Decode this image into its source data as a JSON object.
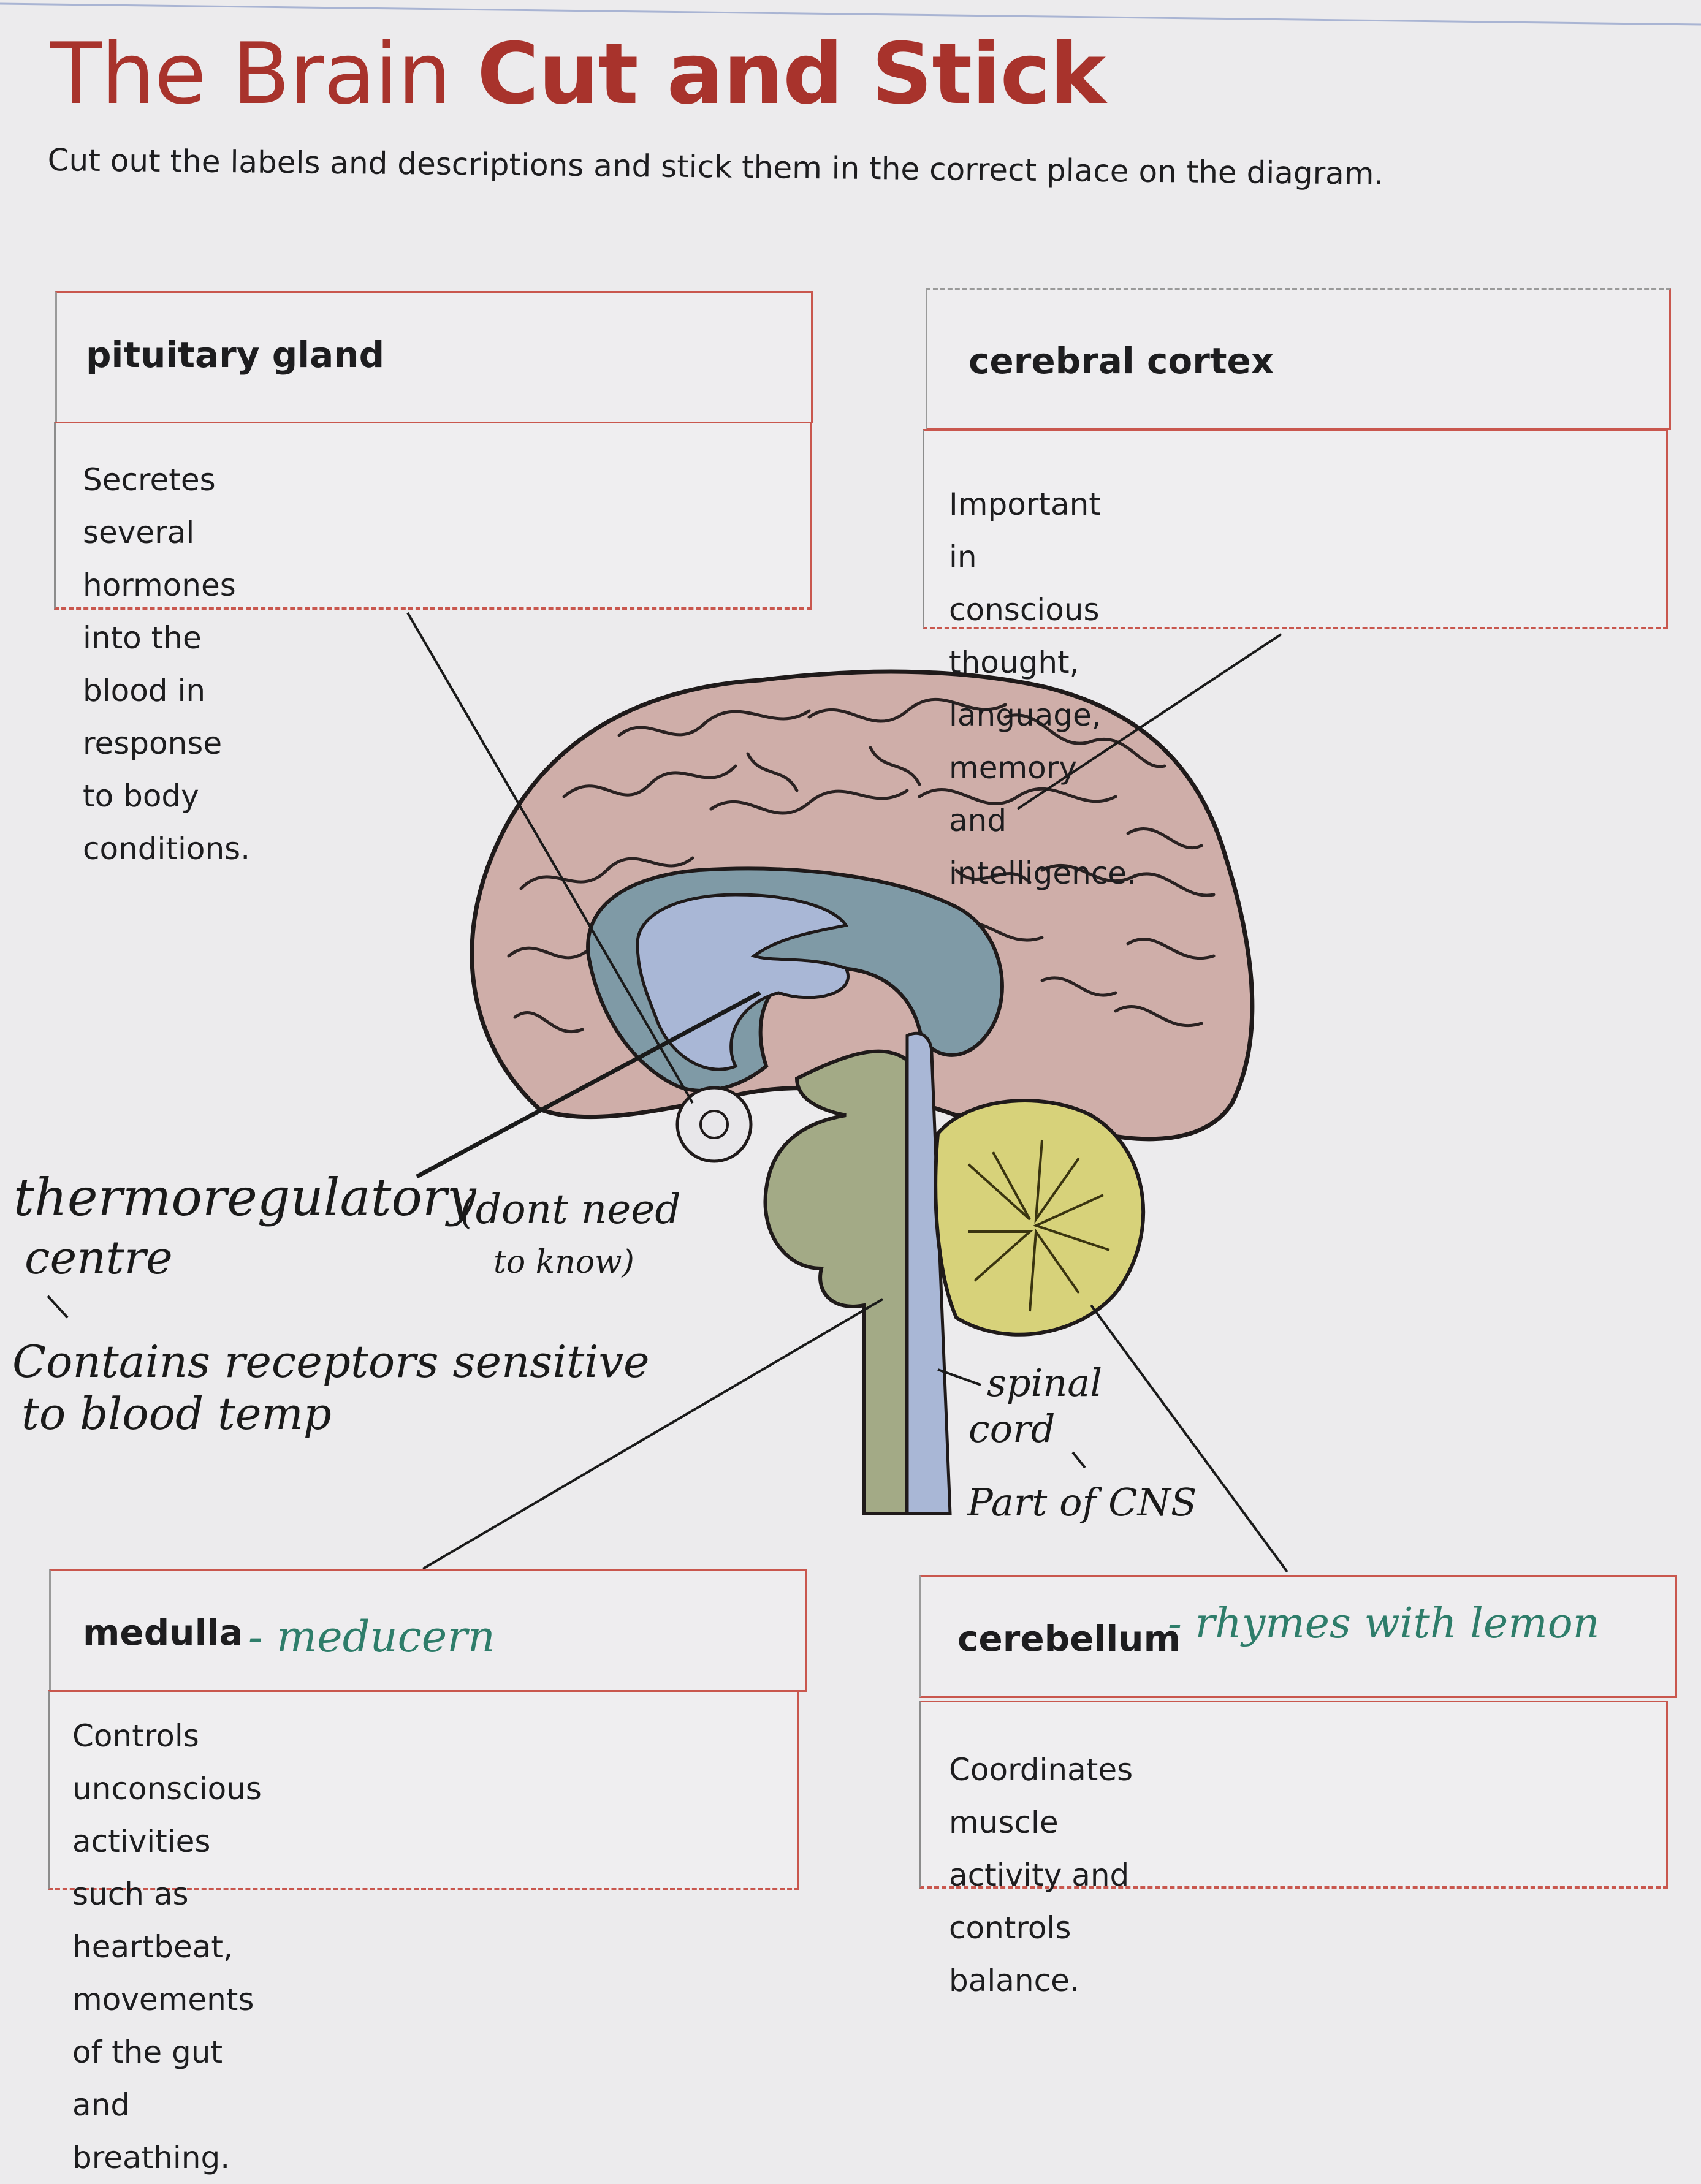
{
  "header": {
    "title_plain": "The Brain ",
    "title_bold": "Cut and Stick",
    "instructions": "Cut out the labels and descriptions and stick them in the correct place on the diagram."
  },
  "cards": {
    "pituitary": {
      "label": "pituitary gland",
      "desc_line1": "Secretes several hormones into the blood in",
      "desc_line2": "response to body conditions."
    },
    "cortex": {
      "label": "cerebral cortex",
      "desc_line1": "Important in conscious thought, language,",
      "desc_line2": "memory and intelligence."
    },
    "medulla": {
      "label": "medulla",
      "note": "- meducern",
      "desc_line1": "Controls unconscious activities such as",
      "desc_line2": "heartbeat, movements of the gut and",
      "desc_line3": "breathing."
    },
    "cerebellum": {
      "label": "cerebellum",
      "note": "- rhymes with lemon",
      "desc_line1": "Coordinates muscle activity and controls",
      "desc_line2": "balance."
    }
  },
  "handwriting": {
    "thermo_line1": "thermoregulatory",
    "thermo_line2": "centre",
    "dont_need_line1": "(dont need",
    "dont_need_line2": "to know)",
    "thermo_desc_line1": "Contains receptors sensitive",
    "thermo_desc_line2": "to blood temp",
    "spinal_line1": "spinal",
    "spinal_line2": "cord",
    "spinal_line3": "Part of CNS"
  },
  "colors": {
    "title_red": "#a8332c",
    "cortex_pink": "#cfaea9",
    "ventricle_blue": "#a9b7d6",
    "ventricle_dark": "#7f9aa6",
    "stem_green": "#a3aa86",
    "cerebellum_yellow": "#d7d27a",
    "ink_green": "#2e7d6a"
  }
}
